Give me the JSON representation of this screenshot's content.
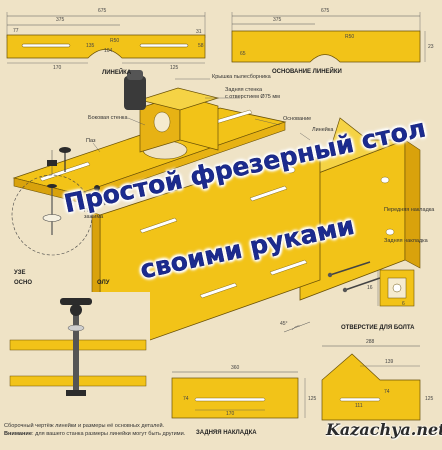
{
  "labels": {
    "lineyka": "ЛИНЕЙКА",
    "osnovanie_lineyki": "ОСНОВАНИЕ ЛИНЕЙКИ",
    "kryshka": "Крышка пылесборника",
    "zadnyaya_stenka": "Задняя стенка",
    "zadnyaya_stenka_sub": "с отверстием Ø75 мм",
    "bokovaya_stenka": "Боковая стенка",
    "osnovanie": "Основание",
    "lineyka_small": "Линейка",
    "paz": "Паз",
    "perednyaya_nakladka": "Передняя накладка",
    "zadnyaya_nakladka_small": "Задняя накладка",
    "paz_zazhima": "Паз зажима",
    "uzel_left": "УЗЕ",
    "osno_left": "ОСНО",
    "olu_right": "ОЛУ",
    "otverstie": "ОТВЕРСТИЕ ДЛЯ БОЛТА",
    "zadnyaya_nakladka": "ЗАДНЯЯ НАКЛАДКА",
    "angle": "45°"
  },
  "dims": {
    "l_675": "675",
    "l_375": "375",
    "l_77": "77",
    "l_170": "170",
    "l_135": "135",
    "l_R50": "R50",
    "l_104": "104",
    "l_31": "31",
    "l_125": "125",
    "l_58": "58",
    "o_675": "675",
    "o_375": "375",
    "o_R50": "R50",
    "o_65": "65",
    "o_23": "23",
    "h_16": "16",
    "h_6": "6",
    "b_360": "360",
    "b_74": "74",
    "b_170": "170",
    "b_125": "125",
    "r_288": "288",
    "r_139": "139",
    "r_74": "74",
    "r_111": "111",
    "r_125": "125"
  },
  "title": {
    "line1": "Простой фрезерный стол",
    "line2": "своими руками"
  },
  "footnote": {
    "line1": "Сборочный чертёж линейки и размеры её основных деталей.",
    "line2_bold": "Внимание",
    "line2_rest": ": для вашего станка размеры линейки могут быть другими."
  },
  "watermark": "Kazachya.net",
  "colors": {
    "background": "#efe3c6",
    "wood": "#f2c318",
    "wood_dark": "#d9a20c",
    "wood_side": "#e7b214",
    "title_blue": "#1b2b8f",
    "machine_dark": "#3a3a3a"
  }
}
